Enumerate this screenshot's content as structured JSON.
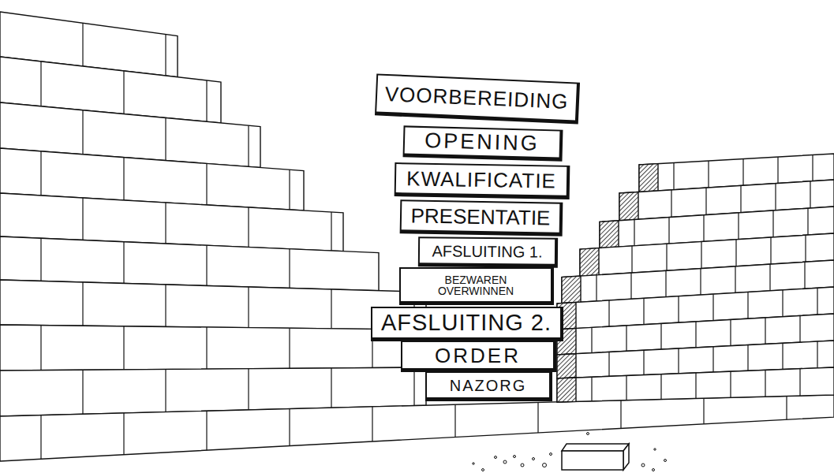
{
  "diagram": {
    "nodes": [
      {
        "text": [
          "VOORBEREIDING"
        ]
      },
      {
        "text": [
          "OPENING"
        ]
      },
      {
        "text": [
          "KWALIFICATIE"
        ]
      },
      {
        "text": [
          "PRESENTATIE"
        ]
      },
      {
        "text": [
          "AFSLUITING 1."
        ]
      },
      {
        "text": [
          "BEZWAREN OVERWINNEN"
        ]
      },
      {
        "text": [
          "AFSLUITING 2."
        ]
      },
      {
        "text": [
          "ORDER"
        ]
      },
      {
        "text": [
          "NAZORG"
        ]
      }
    ]
  }
}
